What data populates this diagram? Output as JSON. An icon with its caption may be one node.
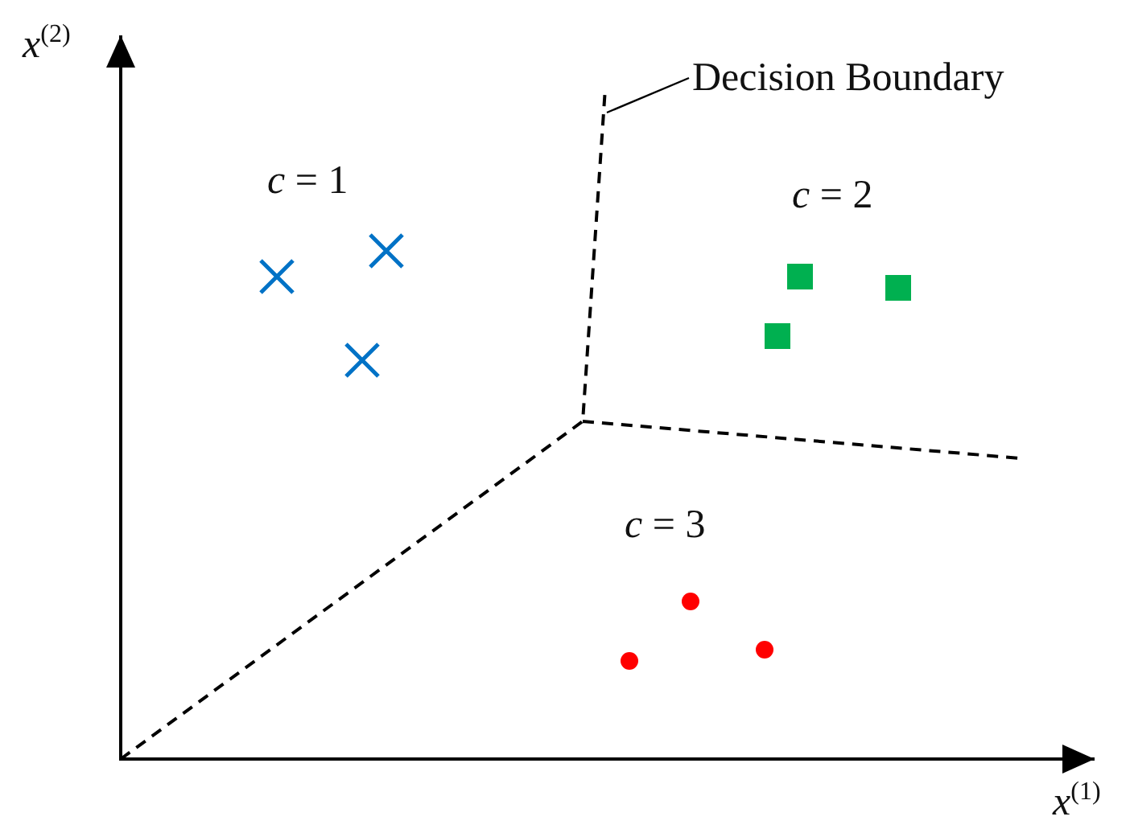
{
  "diagram": {
    "nodes": [
      {
        "text": [
          "Decision Boundary"
        ]
      },
      {
        "text": [],
        "shape": "line"
      }
    ],
    "edges": [
      {
        "from": 0,
        "to": 1,
        "arrow": "none"
      }
    ],
    "labels": [
      "*x*$^{(2)}$",
      "*c* = 1",
      "*c* = 2",
      "*c* = 3",
      "*x*$^{(1)}$"
    ]
  }
}
